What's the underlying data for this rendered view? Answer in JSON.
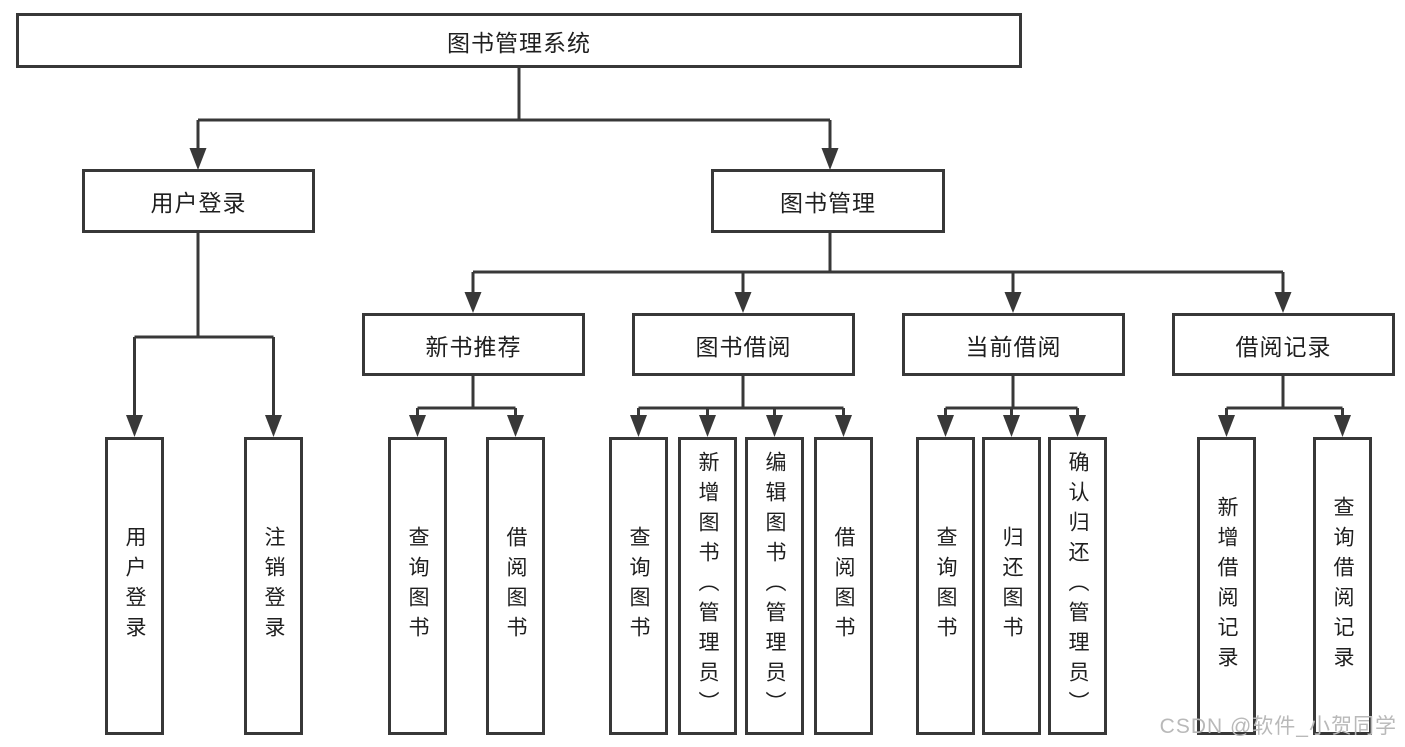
{
  "diagram": {
    "root": "图书管理系统",
    "user_login_branch": {
      "label": "用户登录",
      "children": [
        "用户登录",
        "注销登录"
      ]
    },
    "book_mgmt_branch": {
      "label": "图书管理",
      "sections": [
        {
          "label": "新书推荐",
          "children": [
            "查询图书",
            "借阅图书"
          ]
        },
        {
          "label": "图书借阅",
          "children": [
            "查询图书",
            "新增图书（管理员）",
            "编辑图书（管理员）",
            "借阅图书"
          ]
        },
        {
          "label": "当前借阅",
          "children": [
            "查询图书",
            "归还图书",
            "确认归还（管理员）"
          ]
        },
        {
          "label": "借阅记录",
          "children": [
            "新增借阅记录",
            "查询借阅记录"
          ]
        }
      ]
    }
  },
  "watermark": "CSDN @软件_小贺同学",
  "colors": {
    "line": "#383838",
    "text": "#1f1f1f",
    "watermark": "#b9b9b9",
    "background": "#ffffff"
  }
}
